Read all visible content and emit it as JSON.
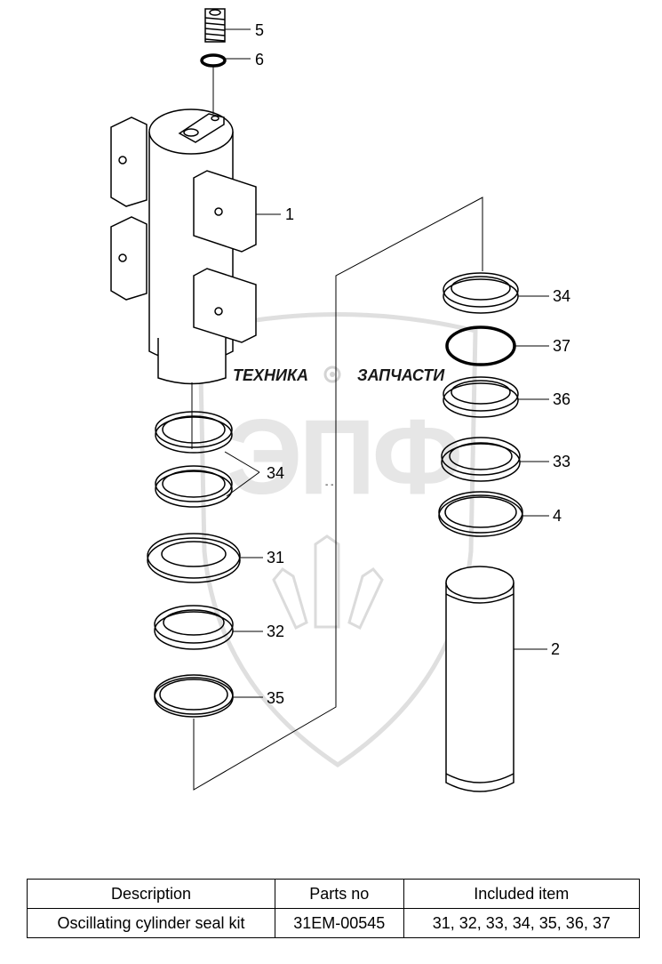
{
  "watermark": {
    "line1": "ТЕХНИКА",
    "line2": "ЗАПЧАСТИ",
    "logo": "ЭПФ"
  },
  "callouts": {
    "c5": "5",
    "c6": "6",
    "c1": "1",
    "c34a": "34",
    "c37": "37",
    "c36": "36",
    "c33": "33",
    "c4": "4",
    "c34b": "34",
    "c31": "31",
    "c32": "32",
    "c35": "35",
    "c2": "2"
  },
  "table": {
    "headers": [
      "Description",
      "Parts no",
      "Included item"
    ],
    "rows": [
      [
        "Oscillating cylinder seal kit",
        "31EM-00545",
        "31, 32, 33, 34, 35, 36, 37"
      ]
    ]
  }
}
